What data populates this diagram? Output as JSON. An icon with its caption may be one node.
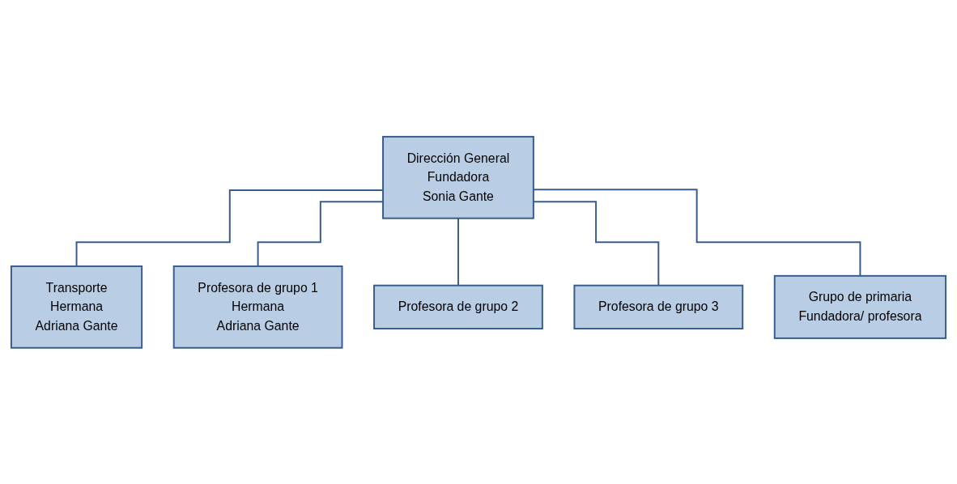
{
  "diagram": {
    "nodes": [
      {
        "text": [
          "Dirección General",
          "Fundadora",
          "Sonia Gante"
        ]
      },
      {
        "text": [
          "Transporte",
          "Hermana",
          "Adriana Gante"
        ]
      },
      {
        "text": [
          "Profesora de grupo 1",
          "Hermana",
          "Adriana Gante"
        ]
      },
      {
        "text": [
          "Profesora de grupo 2"
        ]
      },
      {
        "text": [
          "Profesora de grupo 3"
        ]
      },
      {
        "text": [
          "Grupo de primaria",
          "Fundadora/ profesora"
        ]
      }
    ],
    "edges": [
      {
        "from": 0,
        "to": 1,
        "arrow": "none"
      },
      {
        "from": 0,
        "to": 2,
        "arrow": "none"
      },
      {
        "from": 0,
        "to": 3,
        "arrow": "none"
      },
      {
        "from": 0,
        "to": 4,
        "arrow": "none"
      },
      {
        "from": 0,
        "to": 5,
        "arrow": "none"
      }
    ]
  }
}
